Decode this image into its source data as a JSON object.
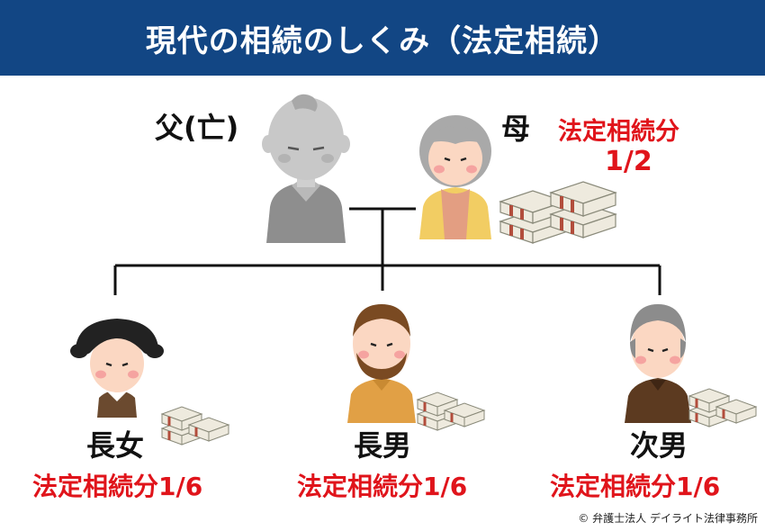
{
  "header": {
    "title": "現代の相続のしくみ（法定相続）"
  },
  "father": {
    "label": "父(亡)"
  },
  "mother": {
    "label": "母",
    "share_label": "法定相続分",
    "share_value": "1/2"
  },
  "children": [
    {
      "label": "長女",
      "share": "法定相続分1/6"
    },
    {
      "label": "長男",
      "share": "法定相続分1/6"
    },
    {
      "label": "次男",
      "share": "法定相続分1/6"
    }
  ],
  "footer": {
    "copyright": "© 弁護士法人 デイライト法律事務所"
  },
  "colors": {
    "header_bg": "#124684",
    "share_red": "#e0141b",
    "line": "#111111",
    "skin": "#fbd7c2",
    "cheek": "#f5a3a0"
  }
}
